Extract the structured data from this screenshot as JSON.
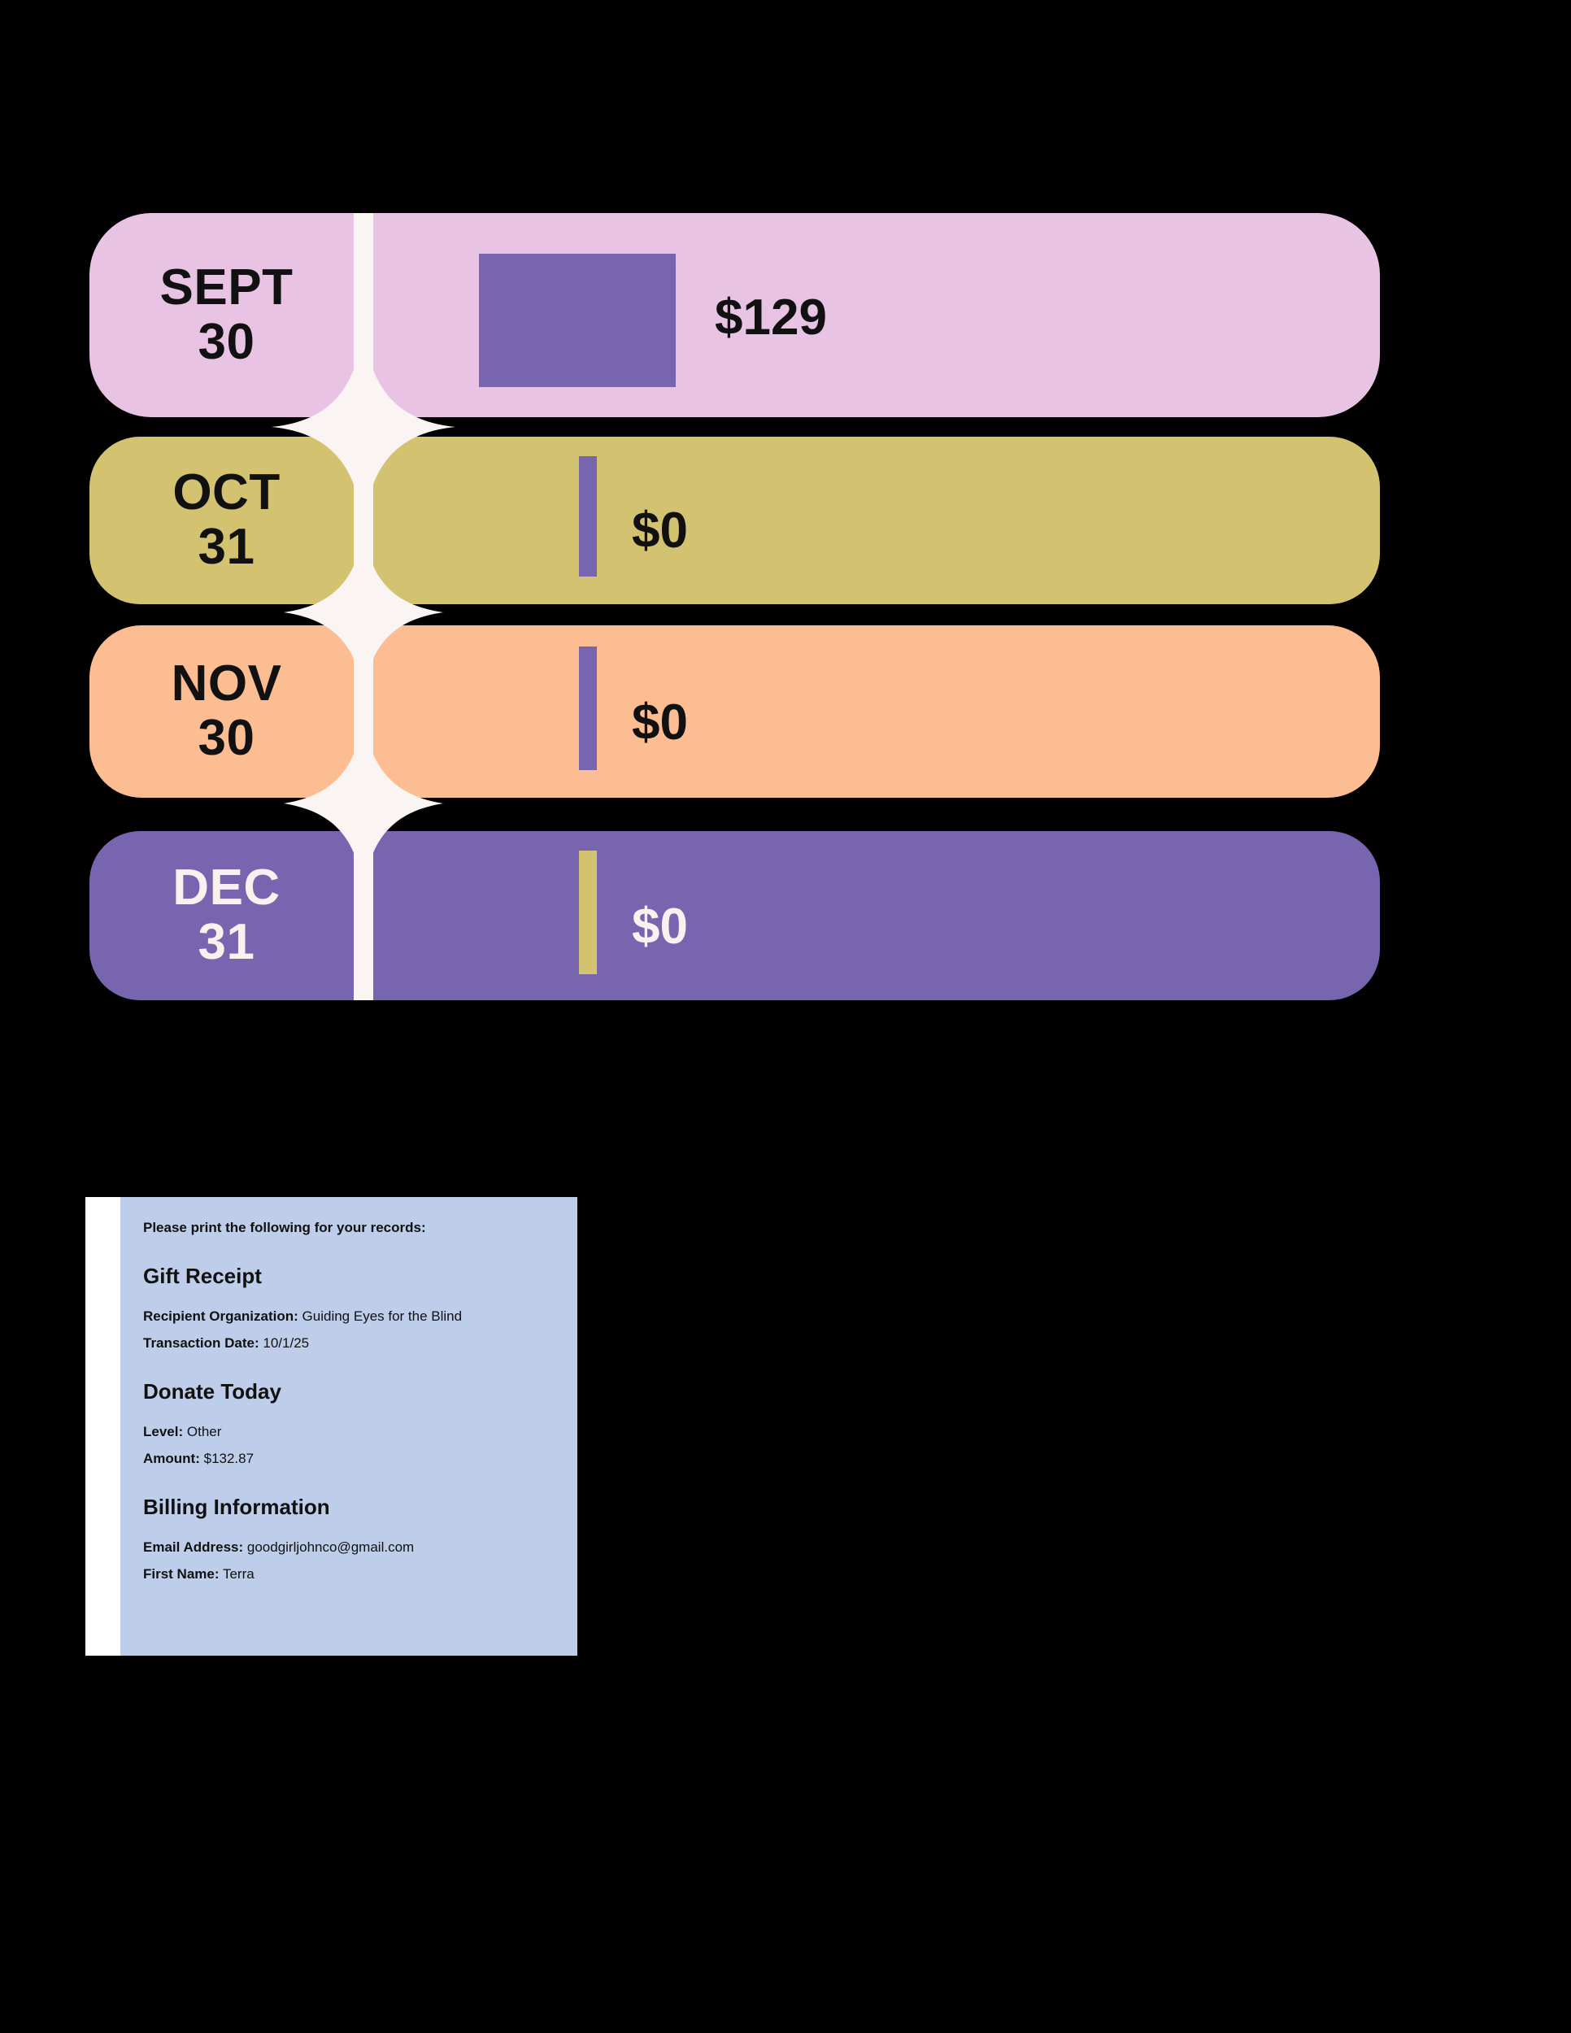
{
  "chart_data": {
    "type": "bar",
    "title": "",
    "xlabel": "",
    "ylabel": "",
    "orientation": "horizontal",
    "categories": [
      "SEPT 30",
      "OCT 31",
      "NOV 30",
      "DEC 31"
    ],
    "values": [
      129,
      0,
      0,
      0
    ],
    "value_labels": [
      "$129",
      "$0",
      "$0",
      "$0"
    ],
    "grid": false,
    "legend": "none",
    "rows": [
      {
        "month": "SEPT",
        "day": "30",
        "amount_label": "$129",
        "value": 129,
        "row_color": "#E8C3E3",
        "bar_color": "#7765B0",
        "text_color": "#111111"
      },
      {
        "month": "OCT",
        "day": "31",
        "amount_label": "$0",
        "value": 0,
        "row_color": "#D3C371",
        "bar_color": "#7765B0",
        "text_color": "#111111"
      },
      {
        "month": "NOV",
        "day": "30",
        "amount_label": "$0",
        "value": 0,
        "row_color": "#FCBD93",
        "bar_color": "#7765B0",
        "text_color": "#111111"
      },
      {
        "month": "DEC",
        "day": "31",
        "amount_label": "$0",
        "value": 0,
        "row_color": "#7765B0",
        "bar_color": "#D3C371",
        "text_color": "#F7F2EE"
      }
    ],
    "divider_color": "#FAF5F2",
    "background_color": "#000000"
  },
  "receipt": {
    "intro": "Please print the following for your records:",
    "gift_receipt_heading": "Gift Receipt",
    "recipient_label": "Recipient Organization:",
    "recipient_value": "Guiding Eyes for the Blind",
    "transaction_label": "Transaction Date:",
    "transaction_value": "10/1/25",
    "donate_heading": "Donate Today",
    "level_label": "Level:",
    "level_value": "Other",
    "amount_label": "Amount:",
    "amount_value": "$132.87",
    "billing_heading": "Billing Information",
    "email_label": "Email Address:",
    "email_value": "goodgirljohnco@gmail.com",
    "firstname_label": "First Name:",
    "firstname_value": "Terra",
    "panel_color": "#BDCDEA"
  }
}
